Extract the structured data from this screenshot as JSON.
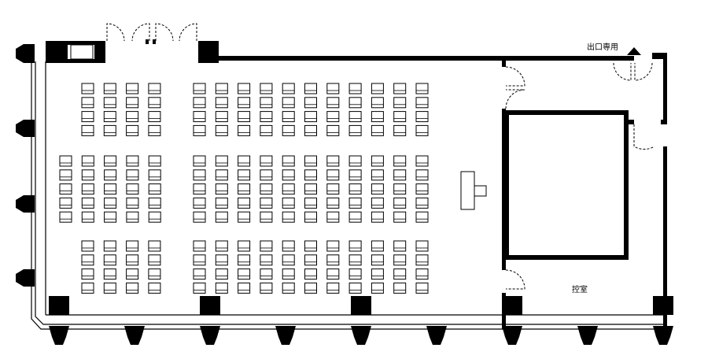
{
  "labels": {
    "exit_only": "出口専用",
    "waiting_room": "控室"
  },
  "colors": {
    "wall": "#000000",
    "background": "#ffffff",
    "seat_stroke": "#000000"
  },
  "icons": {
    "exit_marker": "triangle-up-icon"
  },
  "seating": {
    "blocks": [
      {
        "name": "seat-block-left-top",
        "cols": 4,
        "rows": 4
      },
      {
        "name": "seat-block-center-top",
        "cols": 11,
        "rows": 4
      },
      {
        "name": "seat-block-left-middle",
        "cols": 5,
        "rows": 5
      },
      {
        "name": "seat-block-center-middle",
        "cols": 11,
        "rows": 5
      },
      {
        "name": "seat-block-left-bottom",
        "cols": 4,
        "rows": 4
      },
      {
        "name": "seat-block-center-bottom",
        "cols": 11,
        "rows": 4
      }
    ]
  }
}
